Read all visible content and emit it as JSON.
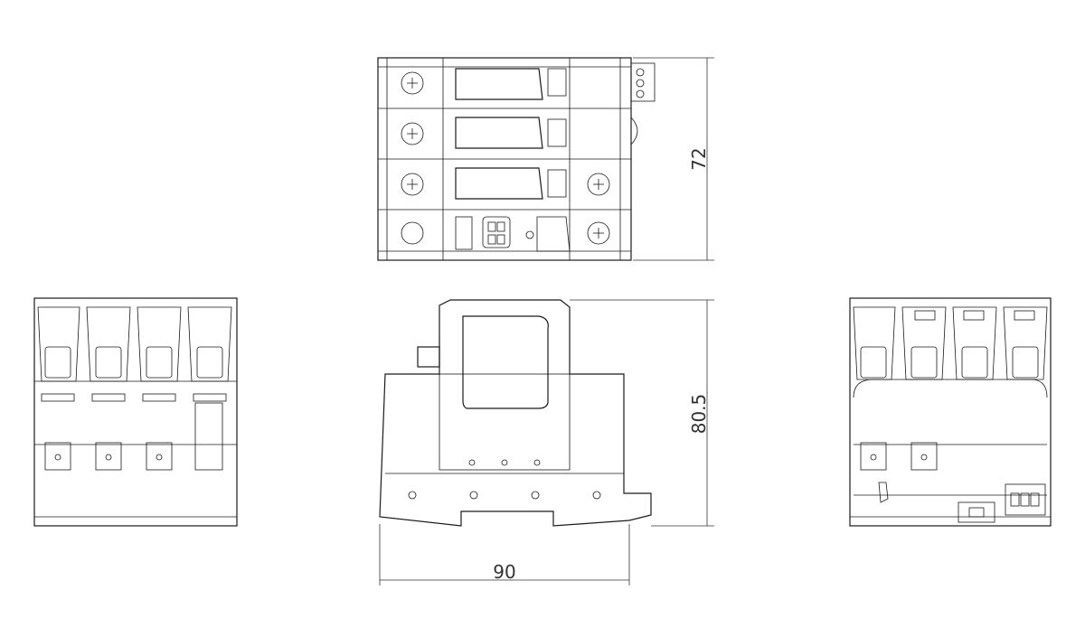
{
  "drawing": {
    "dimensions": {
      "height_top_view": "72",
      "height_front_view": "80.5",
      "width_front_view": "90"
    },
    "views": [
      "top-view",
      "left-side-view",
      "front-view",
      "right-side-view"
    ]
  }
}
